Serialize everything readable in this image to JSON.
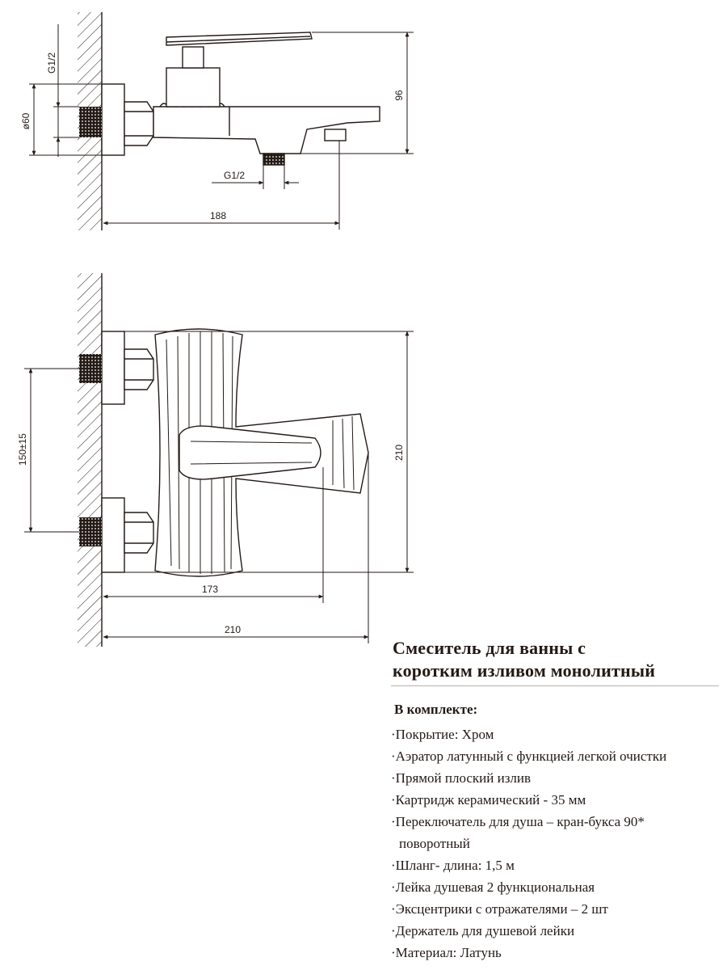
{
  "dimensions": {
    "thread_top": "G1/2",
    "diameter": "ø60",
    "height_96": "96",
    "thread_bottom": "G1/2",
    "width_188": "188",
    "spacing": "150±15",
    "depth_210": "210",
    "width_173": "173",
    "width_210": "210"
  },
  "product": {
    "title_line1": "Смеситель для ванны с",
    "title_line2": "коротким изливом  монолитный"
  },
  "kit": {
    "heading": "В комплекте:",
    "items": [
      "·Покрытие: Хром",
      "·Аэратор латунный с функцией легкой очистки",
      "·Прямой плоский излив",
      "·Картридж керамический - 35 мм",
      "·Переключатель для душа – кран-букса 90*",
      "поворотный",
      "·Шланг- длина: 1,5 м",
      "·Лейка душевая  2 функциональная",
      "·Эксцентрики  с отражателями – 2 шт",
      "·Держатель для душевой лейки",
      "·Материал: Латунь"
    ]
  },
  "colors": {
    "line": "#231a16",
    "rule": "#b8b2ae"
  }
}
